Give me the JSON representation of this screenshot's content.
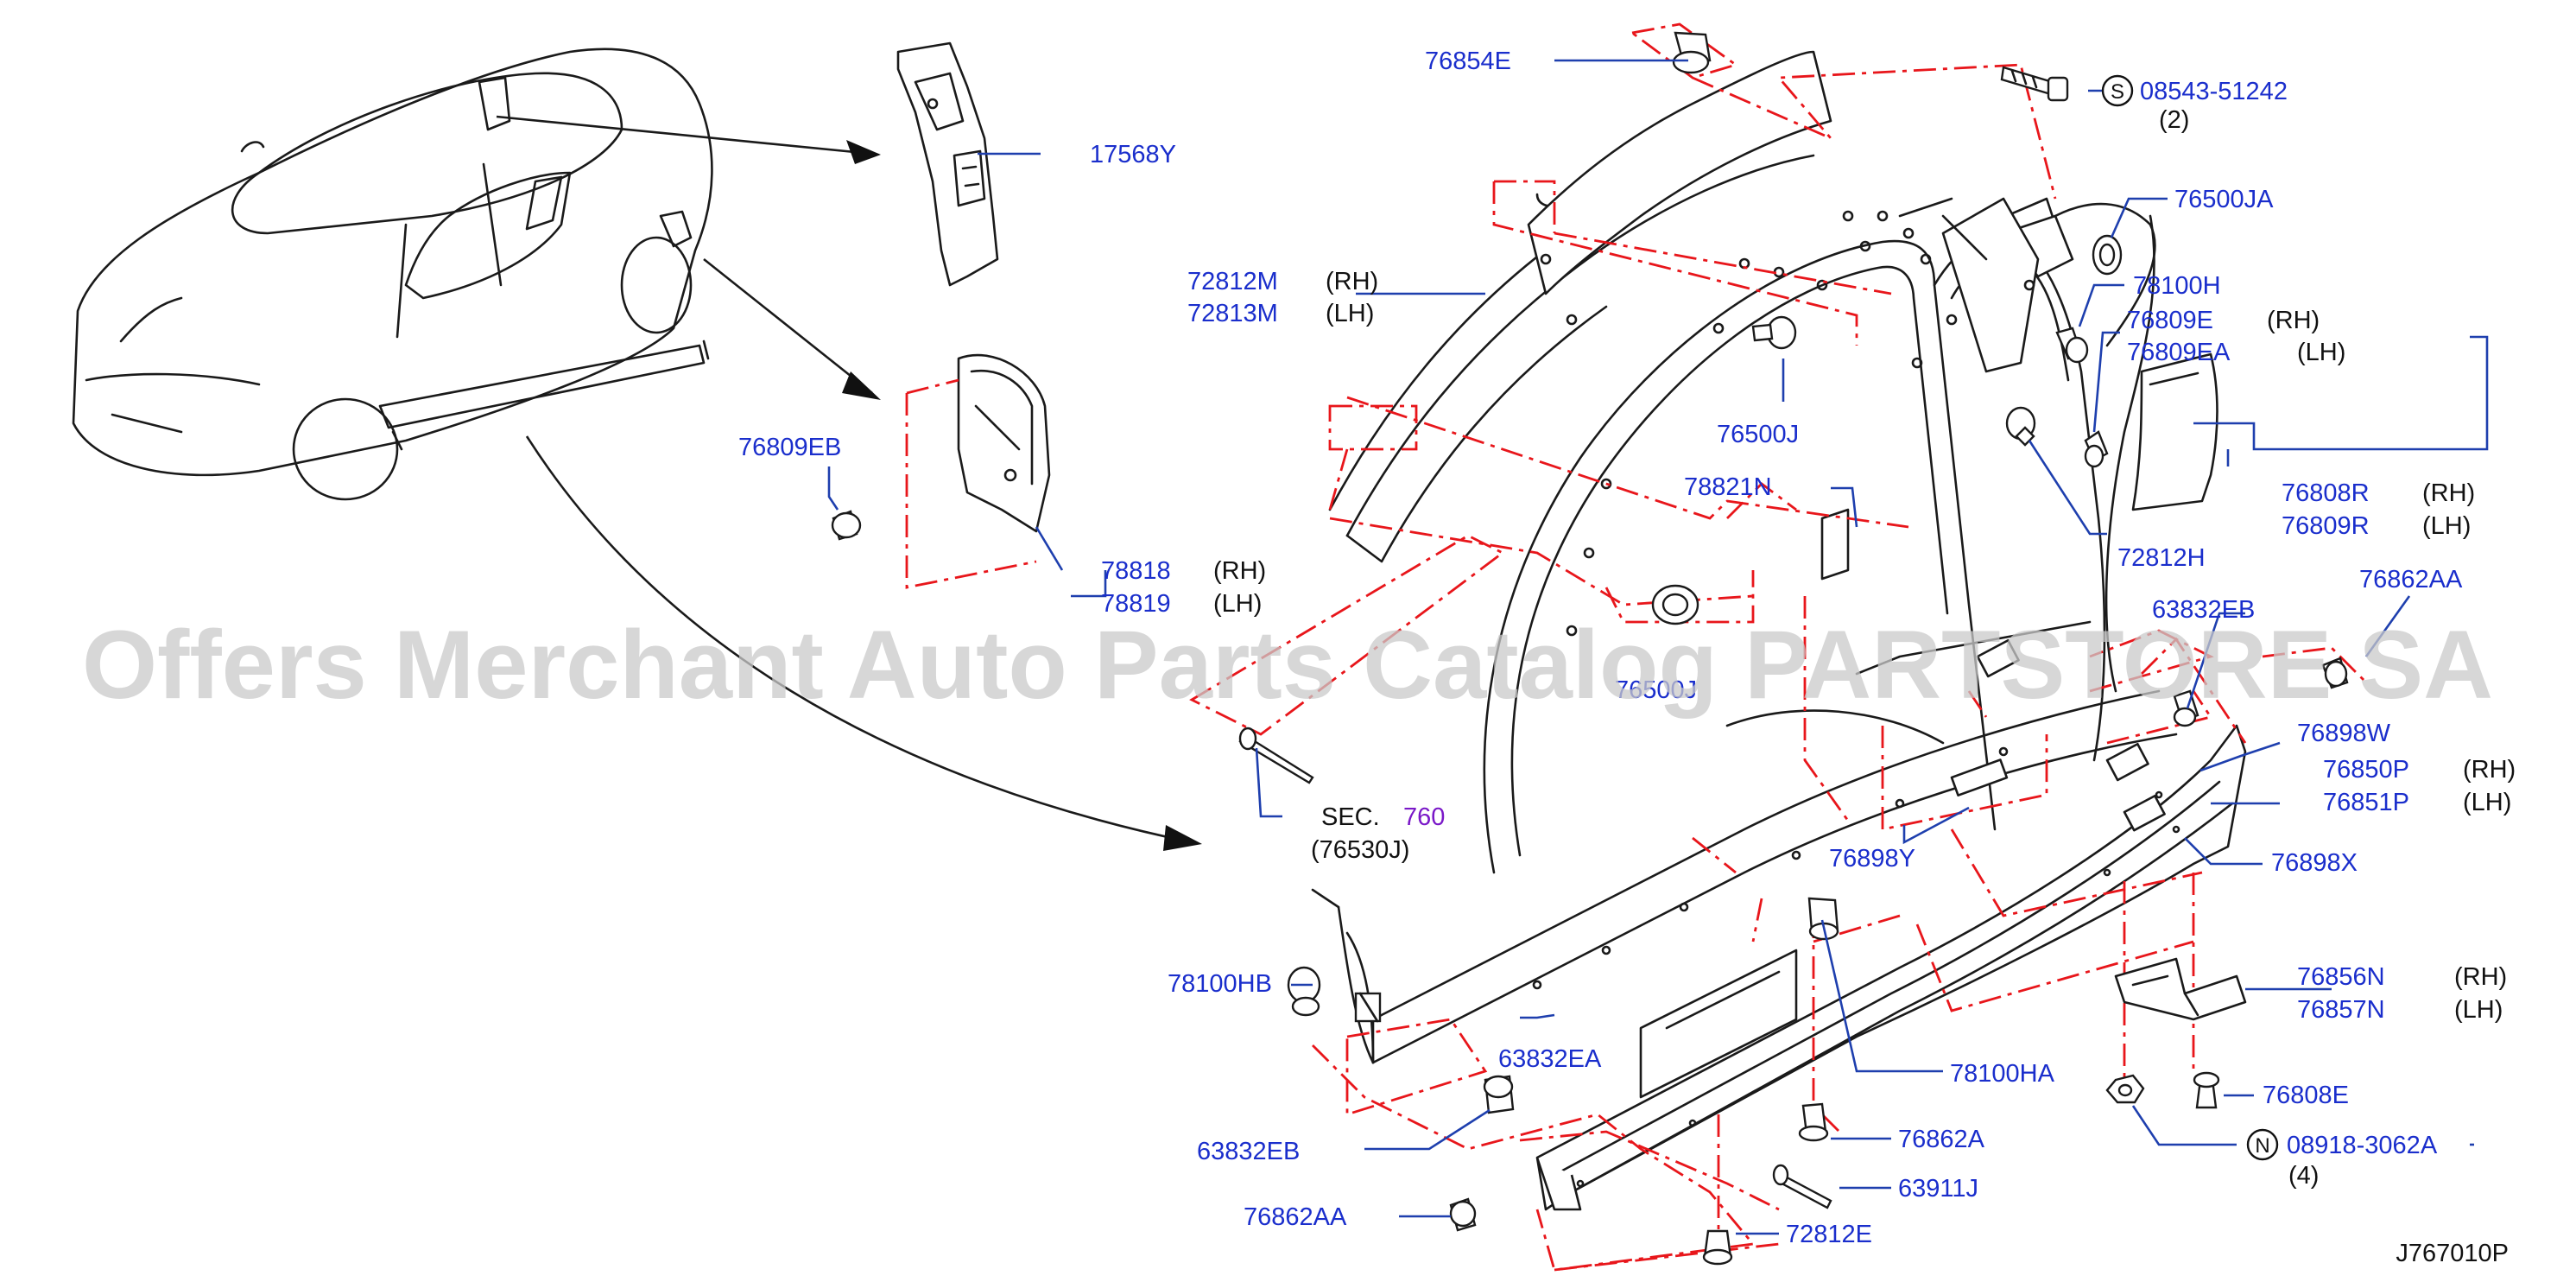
{
  "watermark": "Offers Merchant Auto Parts Catalog PARTSTORE SA",
  "diagram_code": "J767010P",
  "labels": [
    {
      "id": "76854E",
      "text": "76854E"
    },
    {
      "id": "17568Y",
      "text": "17568Y"
    },
    {
      "id": "08543-51242",
      "text": "08543-51242",
      "prefix": "S",
      "qty": "(2)"
    },
    {
      "id": "76500JA",
      "text": "76500JA"
    },
    {
      "id": "72812M",
      "text": "72812M",
      "side": "(RH)"
    },
    {
      "id": "72813M",
      "text": "72813M",
      "side": "(LH)"
    },
    {
      "id": "78100H",
      "text": "78100H"
    },
    {
      "id": "76809E",
      "text": "76809E",
      "side": "(RH)"
    },
    {
      "id": "76809EA",
      "text": "76809EA",
      "side": "(LH)"
    },
    {
      "id": "76809EB",
      "text": "76809EB"
    },
    {
      "id": "76500J",
      "text": "76500J"
    },
    {
      "id": "76808R",
      "text": "76808R",
      "side": "(RH)"
    },
    {
      "id": "76809R",
      "text": "76809R",
      "side": "(LH)"
    },
    {
      "id": "78821N",
      "text": "78821N"
    },
    {
      "id": "72812H",
      "text": "72812H"
    },
    {
      "id": "78818",
      "text": "78818",
      "side": "(RH)"
    },
    {
      "id": "78819",
      "text": "78819",
      "side": "(LH)"
    },
    {
      "id": "63832EB-top",
      "text": "63832EB"
    },
    {
      "id": "76862AA-top",
      "text": "76862AA"
    },
    {
      "id": "76500J-2",
      "text": "76500J"
    },
    {
      "id": "76898W",
      "text": "76898W"
    },
    {
      "id": "76850P",
      "text": "76850P",
      "side": "(RH)"
    },
    {
      "id": "76851P",
      "text": "76851P",
      "side": "(LH)"
    },
    {
      "id": "SEC",
      "text": "SEC.",
      "section": "760",
      "sub": "(76530J)"
    },
    {
      "id": "76898Y",
      "text": "76898Y"
    },
    {
      "id": "76898X",
      "text": "76898X"
    },
    {
      "id": "76856N",
      "text": "76856N",
      "side": "(RH)"
    },
    {
      "id": "76857N",
      "text": "76857N",
      "side": "(LH)"
    },
    {
      "id": "78100HB",
      "text": "78100HB"
    },
    {
      "id": "63832EA",
      "text": "63832EA"
    },
    {
      "id": "78100HA",
      "text": "78100HA"
    },
    {
      "id": "76808E",
      "text": "76808E"
    },
    {
      "id": "63832EB-bot",
      "text": "63832EB"
    },
    {
      "id": "76862A",
      "text": "76862A"
    },
    {
      "id": "08918-3062A",
      "text": "08918-3062A",
      "prefix": "N",
      "qty": "(4)"
    },
    {
      "id": "63911J",
      "text": "63911J"
    },
    {
      "id": "76862AA-bot",
      "text": "76862AA"
    },
    {
      "id": "72812E",
      "text": "72812E"
    }
  ],
  "colors": {
    "label": "#1a2ecc",
    "section_link": "#7a18c8",
    "phantom_line": "#e8161b",
    "line_art": "#1a1a1a",
    "watermark": "#c9c9c9"
  }
}
